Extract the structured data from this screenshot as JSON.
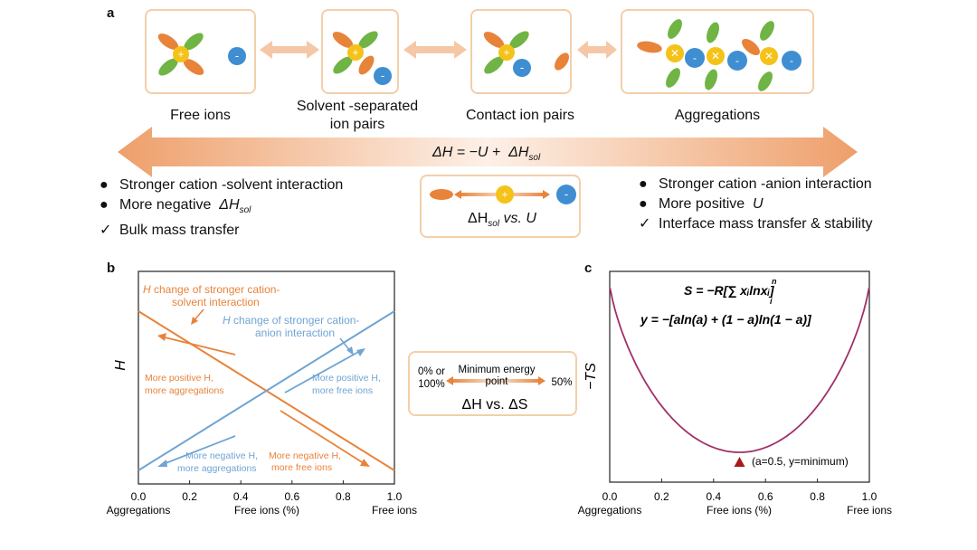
{
  "panel_a": {
    "letter": "a",
    "states": [
      "Free ions",
      "Solvent -separated",
      "ion pairs",
      "Contact ion pairs",
      "Aggregations"
    ],
    "equation": {
      "lhs": "ΔH = −U +",
      "rhs": "ΔH",
      "rhs_sub": "sol"
    },
    "left_bullets": [
      {
        "mark": "●",
        "text": "Stronger cation -solvent interaction"
      },
      {
        "mark": "●",
        "text": "More negative",
        "math": "ΔH",
        "sub": "sol"
      },
      {
        "mark": "✓",
        "text": "Bulk mass transfer"
      }
    ],
    "right_bullets": [
      {
        "mark": "●",
        "text": "Stronger cation -anion interaction"
      },
      {
        "mark": "●",
        "text": "More positive",
        "math": "U"
      },
      {
        "mark": "✓",
        "text": "Interface mass transfer & stability"
      }
    ],
    "center_box": {
      "math": "ΔH",
      "sub": "sol",
      "rest": "vs. U"
    },
    "cation_symbol": "+",
    "anion_symbol": "-"
  },
  "panel_b": {
    "letter": "b",
    "ylabel": "H",
    "xlabel": "Free ions (%)",
    "x_left_label": "Aggregations",
    "x_right_label": "Free ions",
    "ticks": [
      "0.0",
      "0.2",
      "0.4",
      "0.6",
      "0.8",
      "1.0"
    ],
    "orange_title": [
      "H change of stronger cation-",
      "solvent interaction"
    ],
    "blue_title": [
      "H change of stronger cation-",
      "anion interaction"
    ],
    "orange_upper": [
      "More positive H,",
      "more aggregations"
    ],
    "orange_lower": [
      "More negative H,",
      "more free ions"
    ],
    "blue_upper": [
      "More positive H,",
      "more free ions"
    ],
    "blue_lower": [
      "More negative H,",
      "more aggregations"
    ]
  },
  "middle_box": {
    "left": [
      "0% or",
      "100%"
    ],
    "center": [
      "Minimum energy",
      "point"
    ],
    "right": "50%",
    "bottom": "ΔH vs. ΔS"
  },
  "panel_c": {
    "letter": "c",
    "ylabel": "−TS",
    "xlabel": "Free ions (%)",
    "x_left_label": "Aggregations",
    "x_right_label": "Free ions",
    "ticks": [
      "0.0",
      "0.2",
      "0.4",
      "0.6",
      "0.8",
      "1.0"
    ],
    "formula1": "S = −R[∑ xᵢlnxᵢ]",
    "formula1_sup": "n",
    "formula1_sub": "i",
    "formula2": "y = −[aln(a) + (1 − a)ln(1 − a)]",
    "min_label": "(a=0.5, y=minimum)"
  },
  "colors": {
    "orange": "#e8833a",
    "blue": "#6fa4d4",
    "green": "#6fb444",
    "yellow": "#f5c219",
    "anion": "#3f8ed1",
    "curve": "#a0306a",
    "marker": "#a51c1c",
    "box_border": "#f3cfa9"
  },
  "chart_data": [
    {
      "type": "line",
      "title": "",
      "xlabel": "Free ions (%)",
      "ylabel": "H",
      "xlim": [
        0,
        1
      ],
      "x": [
        0,
        1
      ],
      "series": [
        {
          "values": [
            1,
            0
          ]
        },
        {
          "values": [
            0,
            1
          ]
        }
      ]
    },
    {
      "type": "line",
      "title": "",
      "xlabel": "Free ions (%)",
      "ylabel": "−TS",
      "xlim": [
        0,
        1
      ],
      "x": [
        0.0,
        0.1,
        0.2,
        0.3,
        0.4,
        0.5,
        0.6,
        0.7,
        0.8,
        0.9,
        1.0
      ],
      "series": [
        {
          "values": [
            0,
            -0.325,
            -0.5,
            -0.611,
            -0.673,
            -0.693,
            -0.673,
            -0.611,
            -0.5,
            -0.325,
            0
          ]
        }
      ],
      "annotation": {
        "x": 0.5,
        "text": "(a=0.5, y=minimum)"
      }
    }
  ]
}
